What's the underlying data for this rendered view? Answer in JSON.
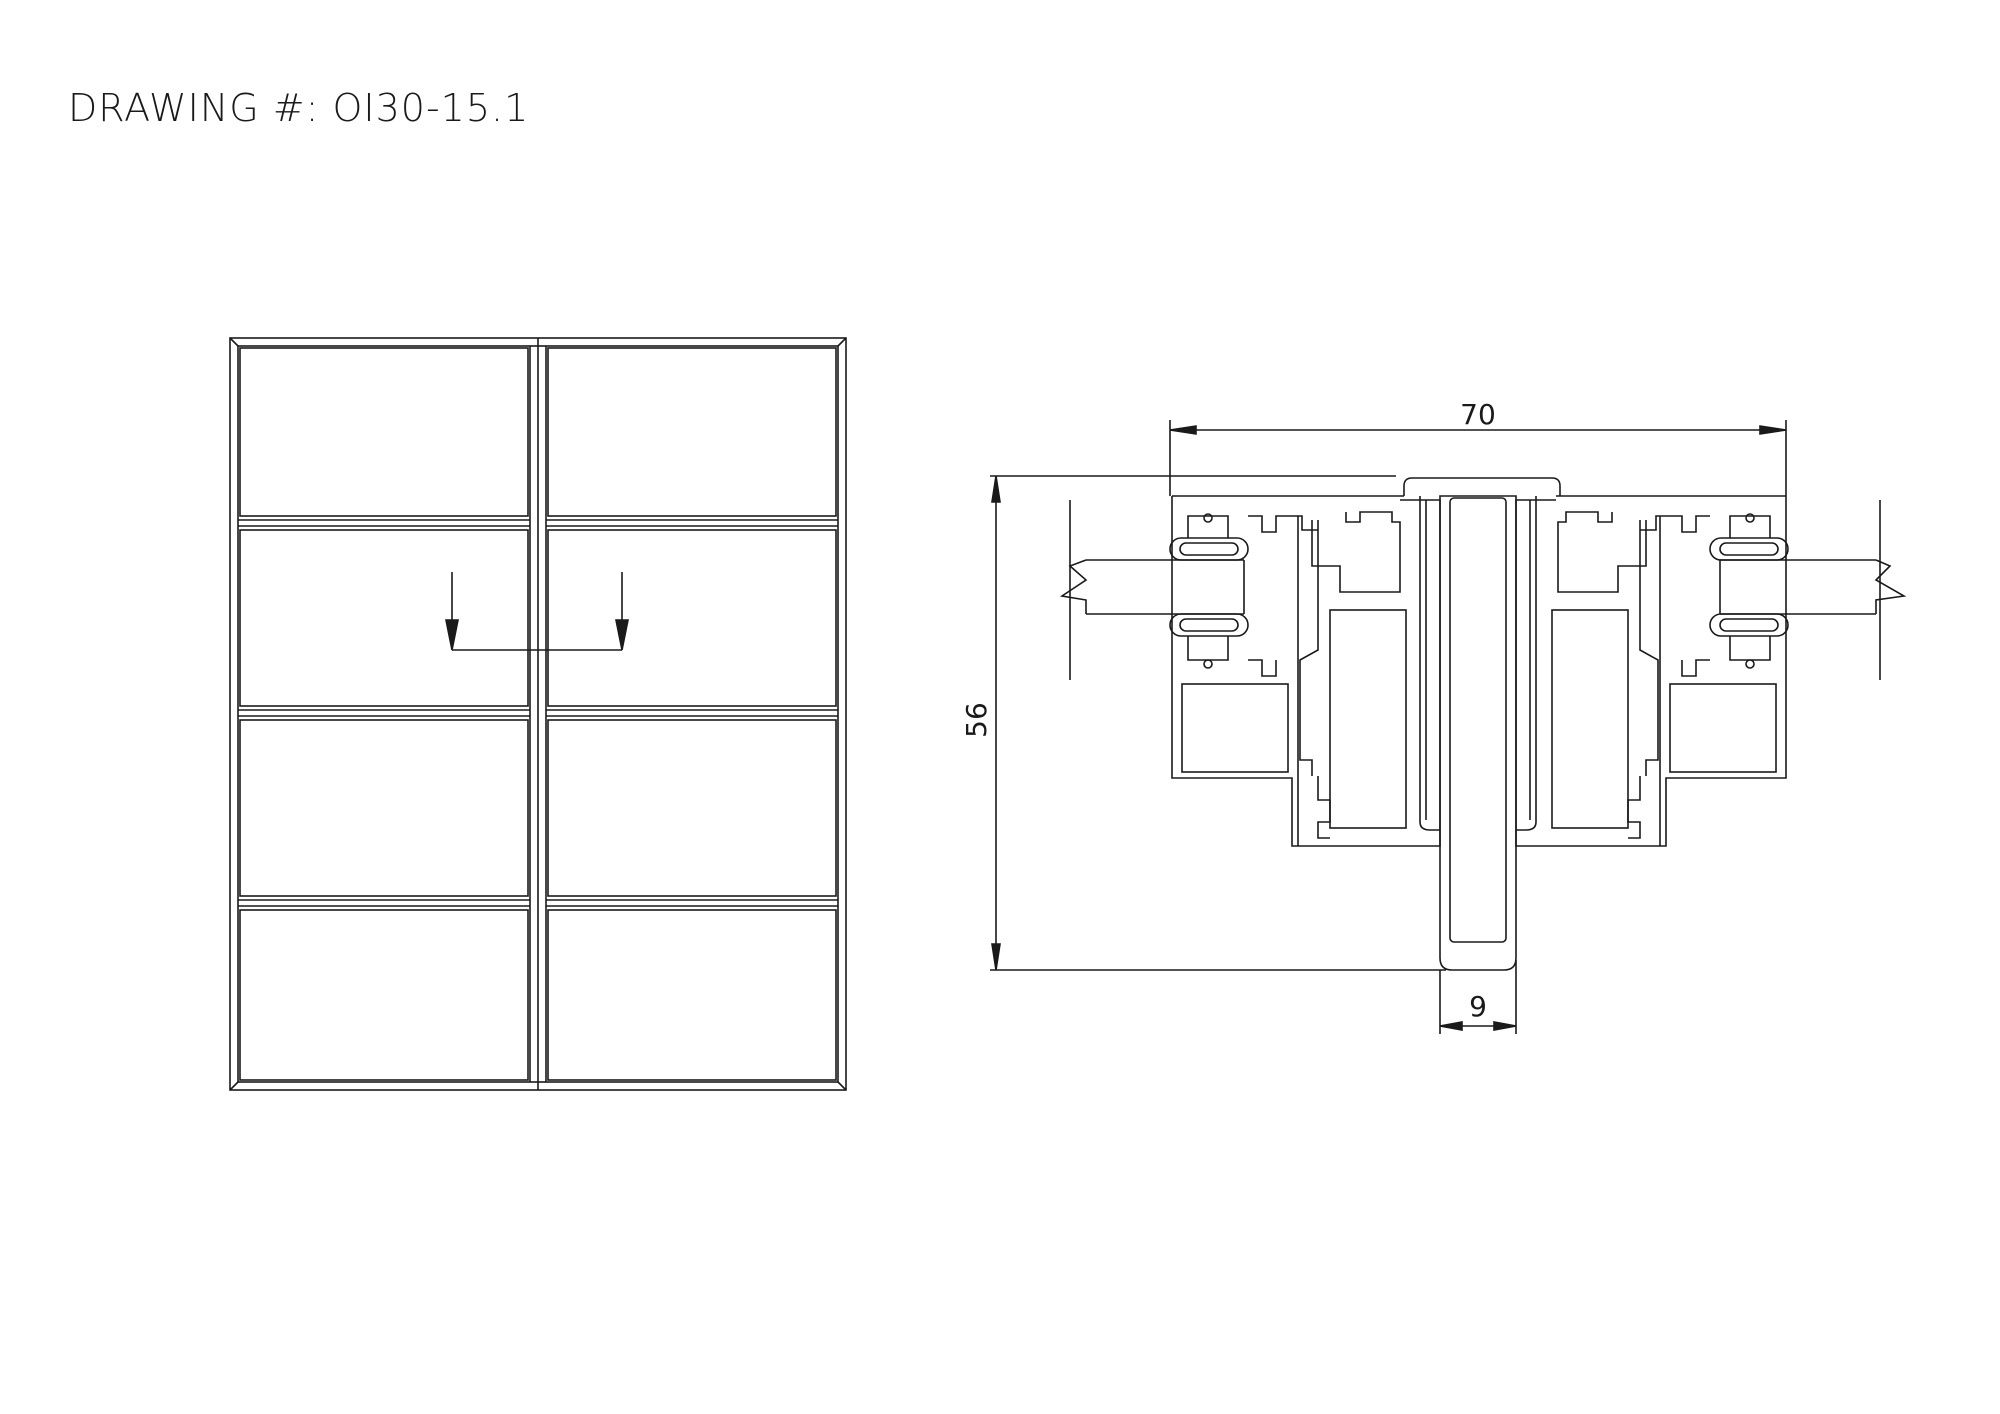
{
  "header": {
    "title": "DRAWING #: OI30-15.1"
  },
  "elevation": {
    "columns": 2,
    "rows": 4
  },
  "section": {
    "dimensions": {
      "width": "70",
      "height": "56",
      "fin": "9"
    }
  },
  "colors": {
    "line": "#1a1a1a",
    "background": "#ffffff"
  }
}
